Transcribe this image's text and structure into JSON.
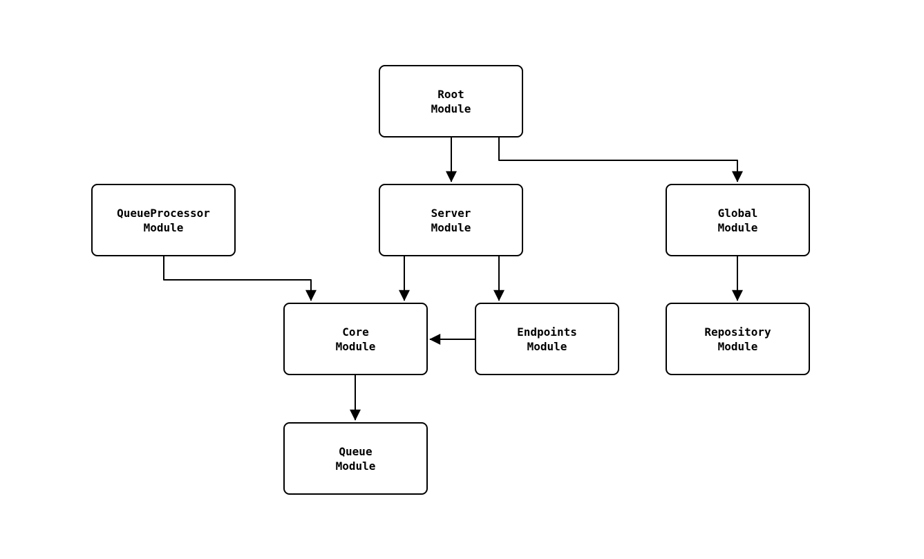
{
  "diagram": {
    "type": "flowchart",
    "background_color": "#ffffff",
    "node_style": {
      "fill_color": "#ffffff",
      "border_color": "#000000",
      "text_color": "#000000",
      "arrow_color": "#000000"
    },
    "nodes": {
      "root": {
        "label": "Root\nModule"
      },
      "server": {
        "label": "Server\nModule"
      },
      "global": {
        "label": "Global\nModule"
      },
      "queue_processor": {
        "label": "QueueProcessor\nModule"
      },
      "core": {
        "label": "Core\nModule"
      },
      "endpoints": {
        "label": "Endpoints\nModule"
      },
      "repository": {
        "label": "Repository\nModule"
      },
      "queue": {
        "label": "Queue\nModule"
      }
    },
    "edges": [
      {
        "from": "Root Module",
        "to": "Server Module"
      },
      {
        "from": "Root Module",
        "to": "Global Module"
      },
      {
        "from": "QueueProcessor Module",
        "to": "Core Module"
      },
      {
        "from": "Server Module",
        "to": "Core Module"
      },
      {
        "from": "Server Module",
        "to": "Endpoints Module"
      },
      {
        "from": "Endpoints Module",
        "to": "Core Module"
      },
      {
        "from": "Global Module",
        "to": "Repository Module"
      },
      {
        "from": "Core Module",
        "to": "Queue Module"
      }
    ]
  }
}
